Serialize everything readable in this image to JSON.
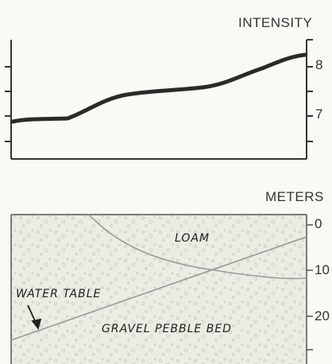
{
  "intensity_panel": {
    "axis_title": "INTENSITY",
    "ticks": [
      "8",
      "7"
    ],
    "line_color": "#2a2a2a"
  },
  "meters_panel": {
    "axis_title": "METERS",
    "ticks": [
      "0",
      "10",
      "20"
    ],
    "layers": {
      "loam": "LOAM",
      "water_table": "WATER TABLE",
      "gravel": "GRAVEL PEBBLE BED"
    },
    "fill_color": "#ecebe4"
  }
}
